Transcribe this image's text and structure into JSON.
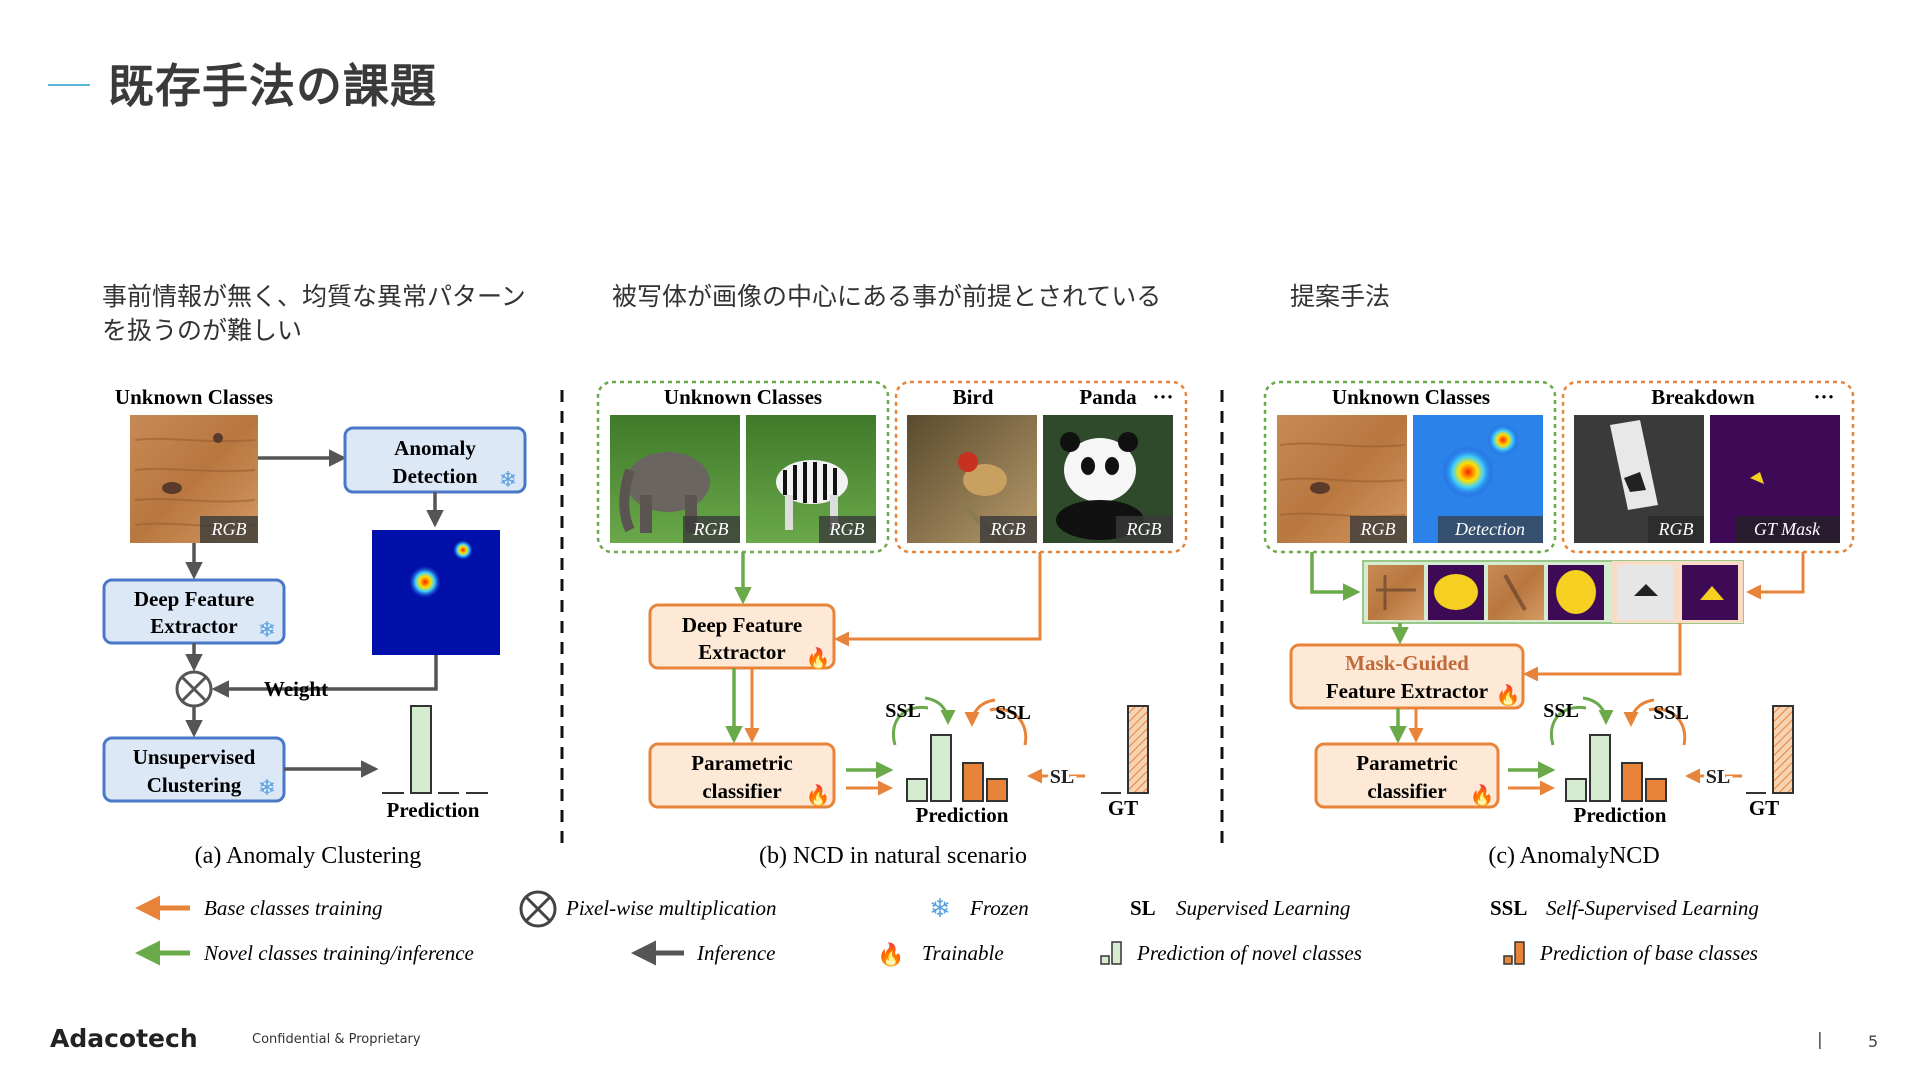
{
  "slide": {
    "title": "既存手法の課題",
    "captions": {
      "a_line1": "事前情報が無く、均質な異常パターン",
      "a_line2": "を扱うのが難しい",
      "b": "被写体が画像の中心にある事が前提とされている",
      "c": "提案手法"
    },
    "footer": {
      "logo": "Adacotech",
      "confidential": "Confidential & Proprietary",
      "separator": "|",
      "page": "5"
    }
  },
  "diagram": {
    "panel_a": {
      "unknown_classes": "Unknown Classes",
      "rgb": "RGB",
      "anomaly_detection_1": "Anomaly",
      "anomaly_detection_2": "Detection",
      "deep_feature_1": "Deep Feature",
      "deep_feature_2": "Extractor",
      "weight": "Weight",
      "unsup_1": "Unsupervised",
      "unsup_2": "Clustering",
      "prediction": "Prediction",
      "caption": "(a) Anomaly Clustering"
    },
    "panel_b": {
      "unknown_classes": "Unknown Classes",
      "bird": "Bird",
      "panda": "Panda",
      "ellipsis": "···",
      "rgb": "RGB",
      "deep_feature_1": "Deep Feature",
      "deep_feature_2": "Extractor",
      "param_1": "Parametric",
      "param_2": "classifier",
      "ssl": "SSL",
      "sl": "SL",
      "prediction": "Prediction",
      "gt": "GT",
      "caption": "(b) NCD in natural scenario"
    },
    "panel_c": {
      "unknown_classes": "Unknown Classes",
      "breakdown": "Breakdown",
      "ellipsis": "···",
      "rgb": "RGB",
      "detection": "Detection",
      "gt_mask": "GT Mask",
      "mask_guided_1": "Mask-Guided",
      "mask_guided_2": "Feature Extractor",
      "param_1": "Parametric",
      "param_2": "classifier",
      "ssl": "SSL",
      "sl": "SL",
      "prediction": "Prediction",
      "gt": "GT",
      "caption": "(c) AnomalyNCD"
    },
    "legend": {
      "base_training": "Base classes training",
      "novel_training": "Novel classes training/inference",
      "pixel_mult": "Pixel-wise multiplication",
      "inference": "Inference",
      "frozen": "Frozen",
      "trainable": "Trainable",
      "sl_abbr": "SL",
      "sl_full": "Supervised Learning",
      "ssl_abbr": "SSL",
      "ssl_full": "Self-Supervised Learning",
      "pred_novel": "Prediction of novel classes",
      "pred_base": "Prediction of base classes"
    },
    "colors": {
      "orange": "#e8833a",
      "green": "#6aaa4a",
      "blue_box": "#4a78c8",
      "gray_arrow": "#555555"
    }
  }
}
